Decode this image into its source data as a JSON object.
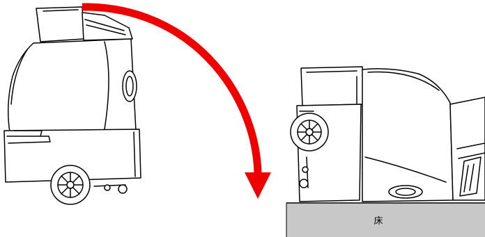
{
  "floor": {
    "label": "床"
  },
  "colors": {
    "arrow": "#ee0000",
    "floor": "#c8c8c8",
    "line": "#000000",
    "background": "#ffffff"
  },
  "icons": [
    "upright-device-drawing",
    "tipped-over-device-drawing",
    "rotation-arrow",
    "floor-block"
  ]
}
